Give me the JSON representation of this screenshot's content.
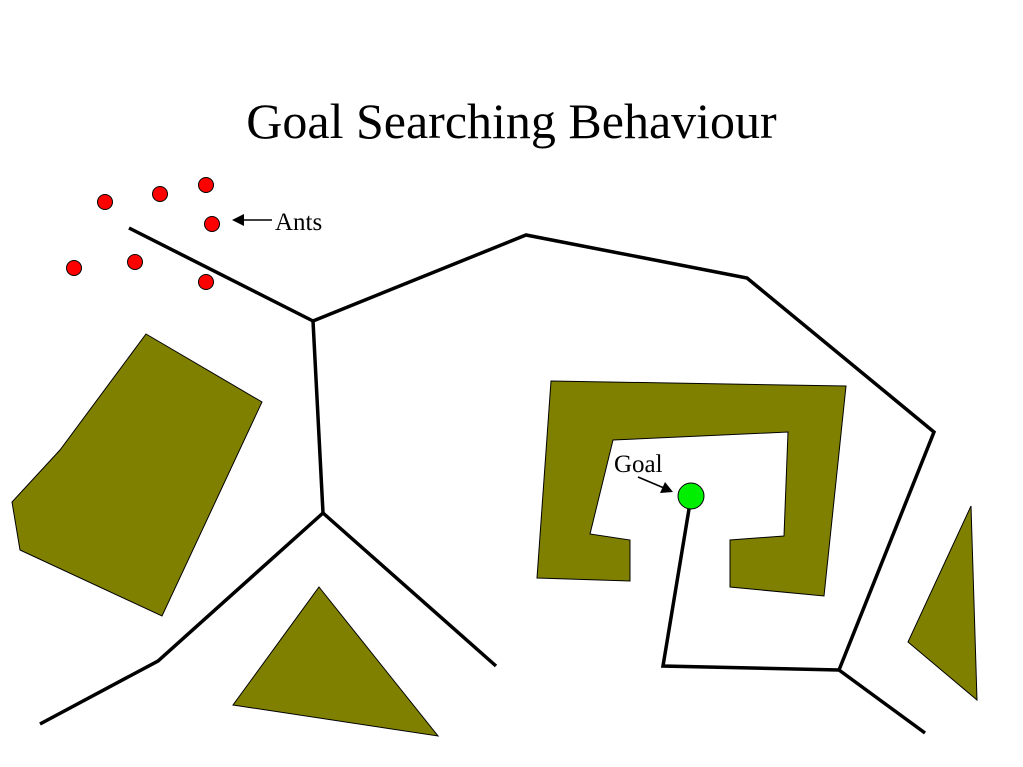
{
  "slide": {
    "title": "Goal Searching Behaviour"
  },
  "labels": {
    "ants": "Ants",
    "goal": "Goal"
  },
  "colors": {
    "obstacle": "#808000",
    "ant": "#ff0000",
    "goal": "#00ee00",
    "path": "#000000",
    "background": "#ffffff"
  }
}
